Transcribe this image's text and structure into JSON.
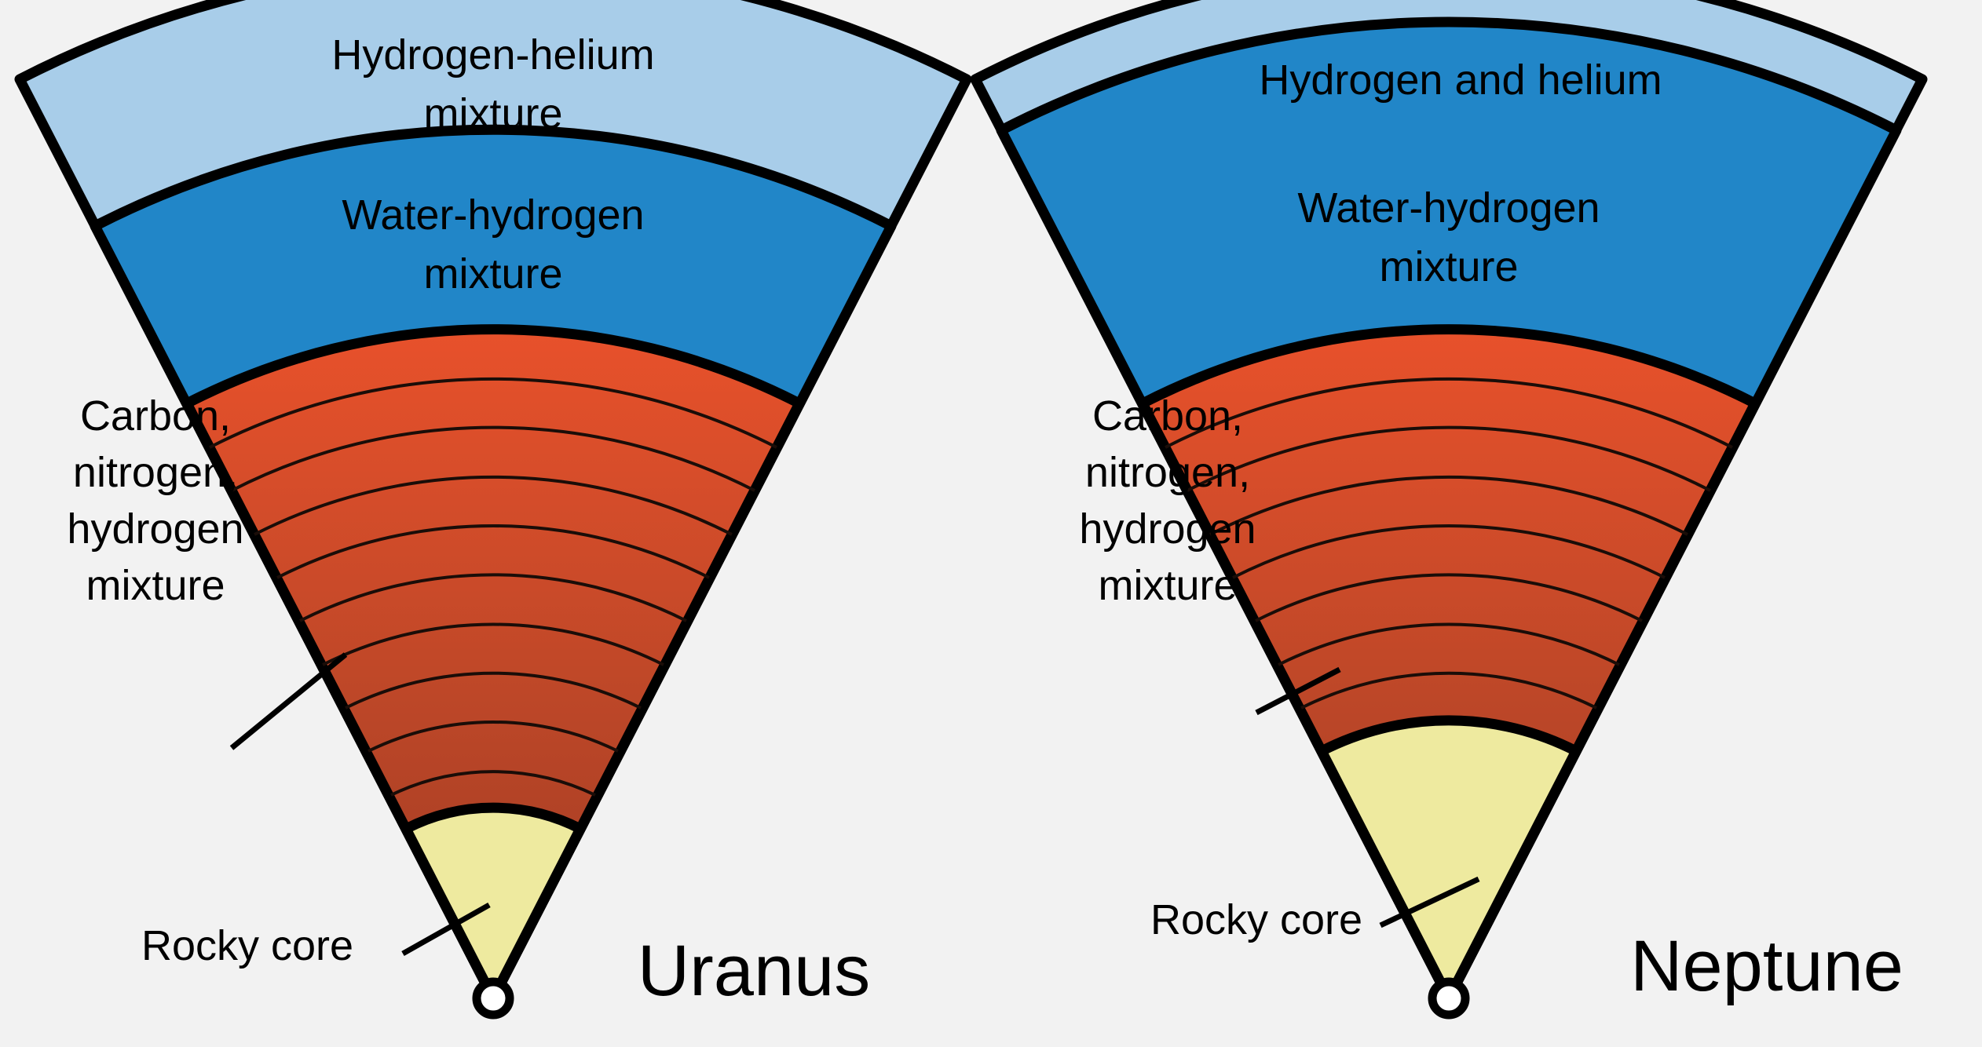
{
  "figure": {
    "kind": "planetary-interior-cutaway-diagram",
    "background_color": "#f2f2f2",
    "outline_color": "#000000",
    "subject_count": 2
  },
  "palette": {
    "hydrogen_helium": "#a8cde9",
    "water_hydrogen": "#2186c8",
    "mantle_outer": "#e8512b",
    "mantle_inner": "#ab4026",
    "rocky_core": "#eeea9f",
    "apex_dot": "#ffffff",
    "stroke": "#000000",
    "background": "#f2f2f2",
    "text": "#000000"
  },
  "planets": [
    {
      "id": "uranus",
      "title": "Uranus",
      "layers": [
        {
          "id": "hydrogen-helium",
          "label": "Hydrogen-helium mixture",
          "label_lines": [
            "Hydrogen-helium",
            "mixture"
          ],
          "color": "#a8cde9",
          "r_outer": 1.0,
          "r_inner": 0.845
        },
        {
          "id": "water-hydrogen",
          "label": "Water-hydrogen mixture",
          "label_lines": [
            "Water-hydrogen",
            "mixture"
          ],
          "color": "#2186c8",
          "r_outer": 0.845,
          "r_inner": 0.65
        },
        {
          "id": "carbon-nitrogen-hydrogen",
          "label": "Carbon, nitrogen, hydrogen mixture",
          "label_lines": [
            "Carbon,",
            "nitrogen,",
            "hydrogen",
            "mixture"
          ],
          "color_outer": "#e8512b",
          "color_inner": "#ab4026",
          "r_outer": 0.65,
          "r_inner": 0.185,
          "band_count": 12
        },
        {
          "id": "rocky-core",
          "label": "Rocky core",
          "label_lines": [
            "Rocky core"
          ],
          "color": "#eeea9f",
          "r_outer": 0.185,
          "r_inner": 0.0
        }
      ]
    },
    {
      "id": "neptune",
      "title": "Neptune",
      "layers": [
        {
          "id": "hydrogen-helium",
          "label": "Hydrogen and helium",
          "label_lines": [
            "Hydrogen and helium"
          ],
          "color": "#a8cde9",
          "r_outer": 1.0,
          "r_inner": 0.895
        },
        {
          "id": "water-hydrogen",
          "label": "Water-hydrogen mixture",
          "label_lines": [
            "Water-hydrogen",
            "mixture"
          ],
          "color": "#2186c8",
          "r_outer": 0.895,
          "r_inner": 0.65
        },
        {
          "id": "carbon-nitrogen-hydrogen",
          "label": "Carbon, nitrogen, hydrogen mixture",
          "label_lines": [
            "Carbon,",
            "nitrogen,",
            "hydrogen",
            "mixture"
          ],
          "color_outer": "#e8512b",
          "color_inner": "#ab4026",
          "r_outer": 0.65,
          "r_inner": 0.27,
          "band_count": 12
        },
        {
          "id": "rocky-core",
          "label": "Rocky core",
          "label_lines": [
            "Rocky core"
          ],
          "color": "#eeea9f",
          "r_outer": 0.27,
          "r_inner": 0.0
        }
      ]
    }
  ],
  "text": {
    "uranus": {
      "title": "Uranus",
      "hydrogen_helium_l1": "Hydrogen-helium",
      "hydrogen_helium_l2": "mixture",
      "water_hydrogen_l1": "Water-hydrogen",
      "water_hydrogen_l2": "mixture",
      "mantle_l1": "Carbon,",
      "mantle_l2": "nitrogen,",
      "mantle_l3": "hydrogen",
      "mantle_l4": "mixture",
      "core": "Rocky core"
    },
    "neptune": {
      "title": "Neptune",
      "hydrogen_helium_l1": "Hydrogen and helium",
      "water_hydrogen_l1": "Water-hydrogen",
      "water_hydrogen_l2": "mixture",
      "mantle_l1": "Carbon,",
      "mantle_l2": "nitrogen,",
      "mantle_l3": "hydrogen",
      "mantle_l4": "mixture",
      "core": "Rocky core"
    }
  }
}
